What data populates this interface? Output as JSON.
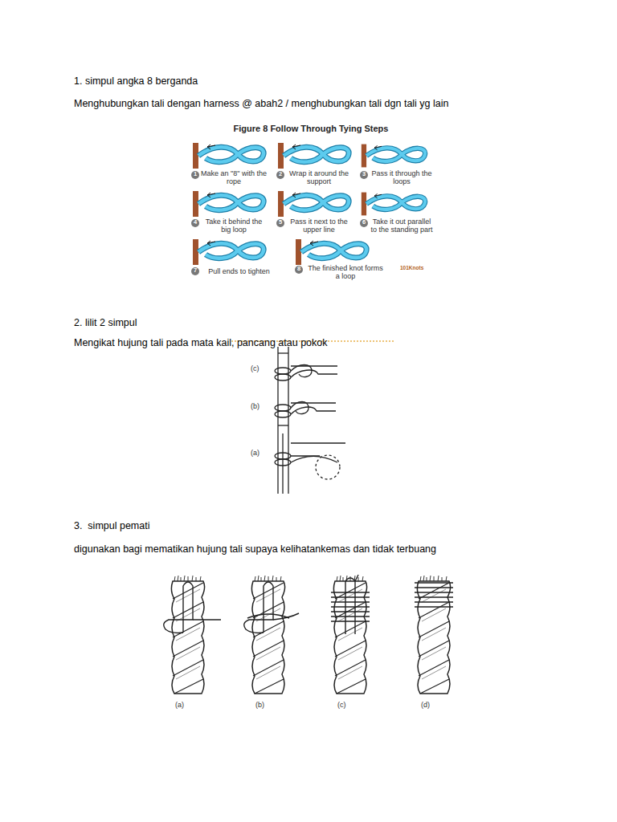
{
  "diagram": {
    "labels": [
      "1. simpul angka 8 berganda",
      "Menghubungkan tali dengan harness @ abah2 / menghubungkan tali dgn tali yg lain",
      "Figure 8 Follow Through Tying Steps",
      "1",
      "Make an \"8\" with the rope",
      "2",
      "Wrap it around the support",
      "3",
      "Pass it through the loops",
      "4",
      "Take it behind the big loop",
      "5",
      "Pass it next to the upper line",
      "6",
      "Take it out parallel to the standing part",
      "7",
      "Pull ends to tighten",
      "8",
      "The finished knot forms a loop",
      "101Knots",
      "2. lilit 2 simpul",
      "Mengikat hujung tali pada mata kail, pancang atau pokok",
      "(c)",
      "(b)",
      "(a)",
      "3.  simpul pemati",
      "digunakan bagi mematikan hujung tali supaya kelihatankemas dan tidak terbuang",
      "(a)",
      "(b)",
      "(c)",
      "(d)"
    ]
  }
}
